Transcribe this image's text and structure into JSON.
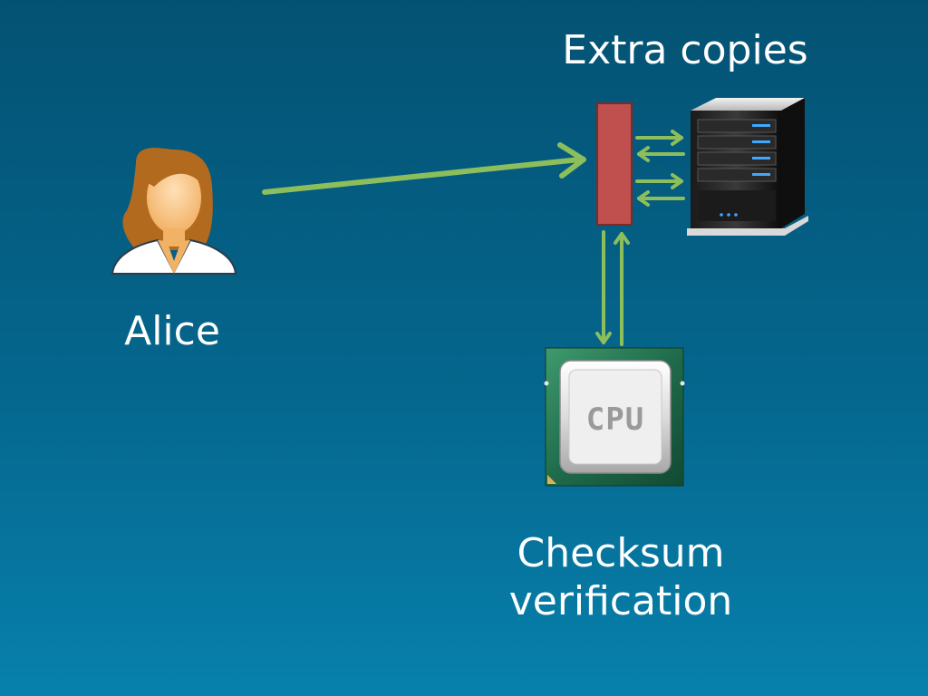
{
  "labels": {
    "extra_copies": "Extra copies",
    "alice": "Alice",
    "checksum_line1": "Checksum",
    "checksum_line2": "verification"
  },
  "icons": {
    "person": "user-avatar-icon",
    "server": "server-icon",
    "cpu": "cpu-chip-icon",
    "buffer": "buffer-block"
  },
  "cpu_chip_text": "CPU",
  "colors": {
    "arrow": "#8cbf5b",
    "buffer": "#c0504d",
    "background_top": "#045273",
    "background_bottom": "#0781ac",
    "text": "#ffffff"
  }
}
